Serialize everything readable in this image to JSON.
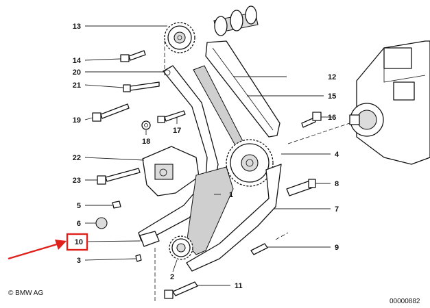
{
  "copyright": "© BMW AG",
  "drawing_number": "00000882",
  "highlight_color": "#e0201b",
  "highlighted_callout": "10",
  "callouts": {
    "c1": "1",
    "c2": "2",
    "c3": "3",
    "c4": "4",
    "c5": "5",
    "c6": "6",
    "c7": "7",
    "c8": "8",
    "c9": "9",
    "c10": "10",
    "c11": "11",
    "c12": "12",
    "c13": "13",
    "c14": "14",
    "c15": "15",
    "c16": "16",
    "c17": "17",
    "c18": "18",
    "c19": "19",
    "c20": "20",
    "c21": "21",
    "c22": "22",
    "c23": "23"
  }
}
